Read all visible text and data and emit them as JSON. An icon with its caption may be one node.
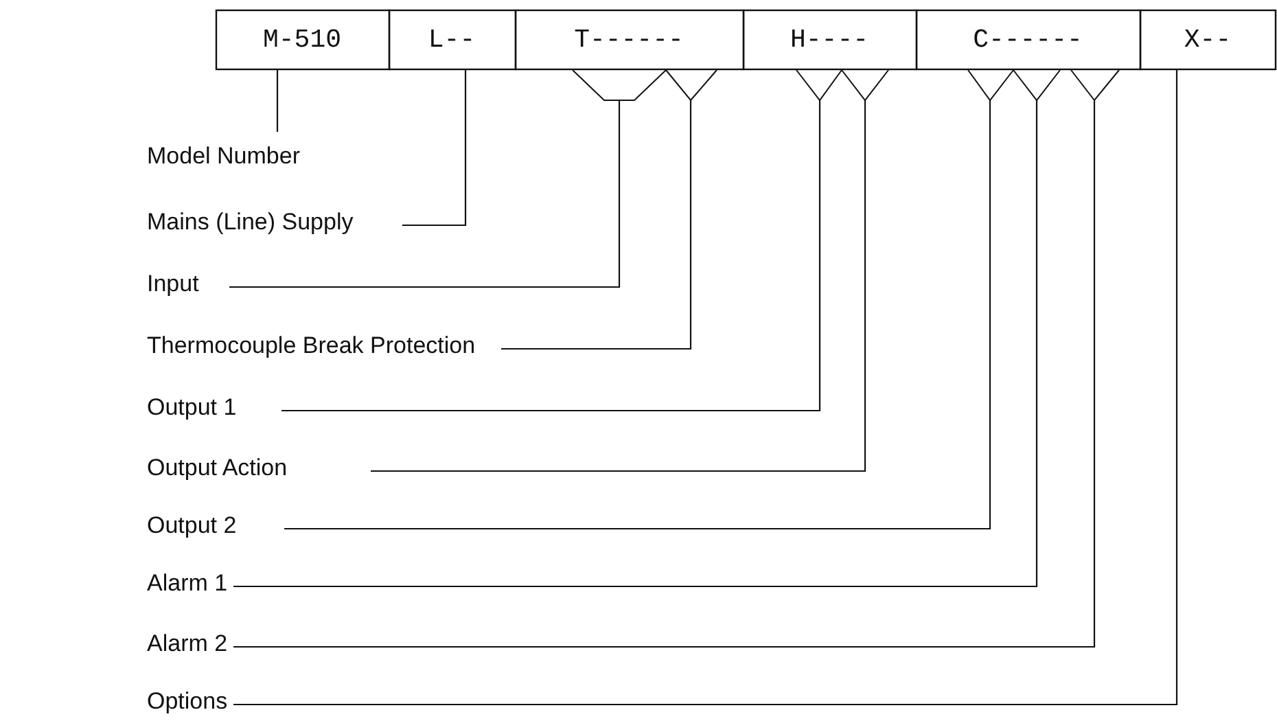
{
  "diagram": {
    "nodes": [
      {
        "text": [
          "M-510"
        ]
      },
      {
        "text": [
          "L--"
        ]
      },
      {
        "text": [
          "T------"
        ]
      },
      {
        "text": [
          "H----"
        ]
      },
      {
        "text": [
          "C------"
        ]
      },
      {
        "text": [
          "X--"
        ]
      },
      {
        "text": [
          "Model Number"
        ]
      },
      {
        "text": [
          "Mains (Line) Supply"
        ]
      },
      {
        "text": [
          "Input"
        ]
      },
      {
        "text": [
          "Thermocouple Break Protection"
        ]
      },
      {
        "text": [
          "Output 1"
        ]
      },
      {
        "text": [
          "Output Action"
        ]
      },
      {
        "text": [
          "Output 2"
        ]
      },
      {
        "text": [
          "Alarm 1"
        ]
      },
      {
        "text": [
          "Alarm 2"
        ]
      },
      {
        "text": [
          "Options"
        ]
      }
    ],
    "edges": [
      {
        "from": 6,
        "to": 0,
        "arrow": "none"
      },
      {
        "from": 7,
        "to": 1,
        "arrow": "none"
      },
      {
        "from": 8,
        "to": 2,
        "arrow": "none"
      },
      {
        "from": 9,
        "to": 2,
        "arrow": "none"
      },
      {
        "from": 10,
        "to": 3,
        "arrow": "none"
      },
      {
        "from": 11,
        "to": 3,
        "arrow": "none"
      },
      {
        "from": 12,
        "to": 4,
        "arrow": "none"
      },
      {
        "from": 13,
        "to": 4,
        "arrow": "none"
      },
      {
        "from": 14,
        "to": 4,
        "arrow": "none"
      },
      {
        "from": 15,
        "to": 5,
        "arrow": "none"
      }
    ]
  }
}
